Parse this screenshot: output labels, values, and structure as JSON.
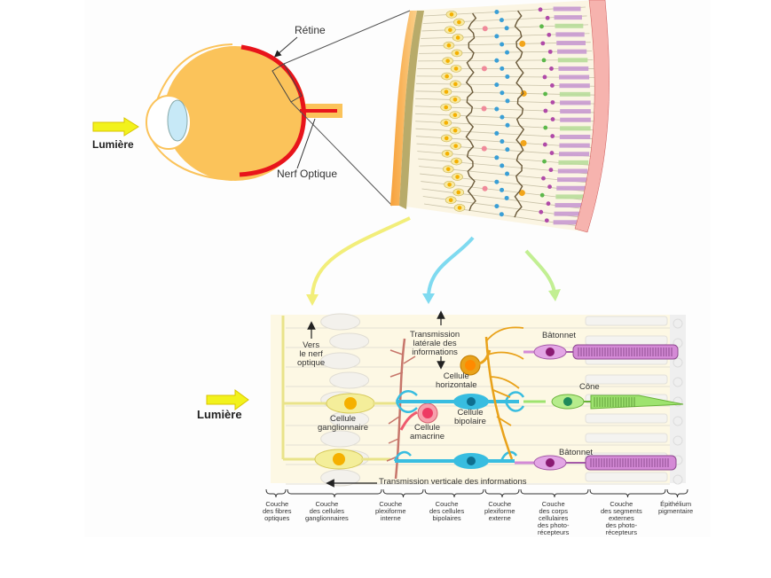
{
  "eye_diagram": {
    "retina_label": "Rétine",
    "optic_nerve_label": "Nerf Optique",
    "light_label": "Lumière"
  },
  "detail_diagram": {
    "light_label": "Lumière",
    "to_optic_nerve": "Vers\nle nerf\noptique",
    "lateral_transmission": "Transmission\nlatérale des\ninformations",
    "vertical_transmission": "Transmission verticale des informations",
    "cells": {
      "rod_top": "Bâtonnet",
      "cone": "Cône",
      "rod_bottom": "Bâtonnet",
      "horizontal": "Cellule\nhorizontale",
      "bipolar": "Cellule\nbipolaire",
      "amacrine": "Cellule\namacrine",
      "ganglion": "Cellule\nganglionnaire"
    },
    "layers": [
      {
        "name": "Couche\ndes fibres\noptiques"
      },
      {
        "name": "Couche\ndes cellules\nganglionnaires"
      },
      {
        "name": "Couche\nplexiforme\ninterne"
      },
      {
        "name": "Couche\ndes cellules\nbipolaires"
      },
      {
        "name": "Couche\nplexiforme\nexterne"
      },
      {
        "name": "Couche\ndes corps\ncellulaires\ndes photo-\nrécepteurs"
      },
      {
        "name": "Couche\ndes segments\nexternes\ndes photo-\nrécepteurs"
      },
      {
        "name": "Épithélium\npigmentaire"
      }
    ]
  },
  "colors": {
    "eyeball": "#fbc35a",
    "retina": "#e8141b",
    "lens": "#c7e9f7",
    "light_arrow": "#f2f21c",
    "ganglion": "#f4ee9a",
    "bipolar": "#38bde0",
    "horizontal": "#e9a21a",
    "amacrine": "#ef5a6e",
    "rod": "#d48ad6",
    "cone": "#9ee36f",
    "background": "#fdf8e4"
  }
}
